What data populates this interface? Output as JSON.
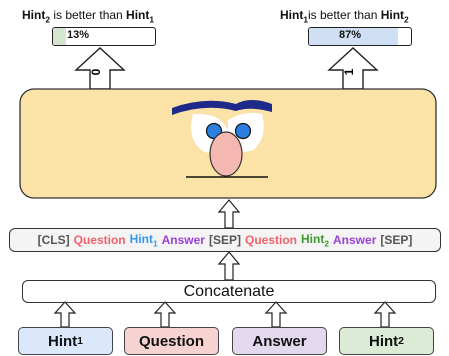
{
  "output_left": {
    "caption": {
      "a": "Hint",
      "a_sub": "2",
      "mid": " is better than ",
      "b": "Hint",
      "b_sub": "1"
    },
    "percent_label": "13%",
    "percent_value": 13,
    "fill_color": "#d5e6d0",
    "arrow_label": "0"
  },
  "output_right": {
    "caption": {
      "a": "Hint",
      "a_sub": "1",
      "mid": "is better than ",
      "b": "Hint",
      "b_sub": "2"
    },
    "percent_label": "87%",
    "percent_value": 87,
    "fill_color": "#cfe0f5",
    "arrow_label": "1"
  },
  "model_box": {
    "fill_color": "#fbe3a8"
  },
  "sequence": {
    "tokens": [
      {
        "text": "[CLS]",
        "color": "#555555"
      },
      {
        "text": "Question",
        "color": "#f0626b"
      },
      {
        "text": "Hint",
        "sub": "1",
        "color": "#3399ee"
      },
      {
        "text": "Answer",
        "color": "#9b40d8"
      },
      {
        "text": "[SEP]",
        "color": "#555555"
      },
      {
        "text": "Question",
        "color": "#f0626b"
      },
      {
        "text": "Hint",
        "sub": "2",
        "color": "#3e9a2e"
      },
      {
        "text": "Answer",
        "color": "#9b40d8"
      },
      {
        "text": "[SEP]",
        "color": "#555555"
      }
    ]
  },
  "concatenate": {
    "label": "Concatenate"
  },
  "inputs": [
    {
      "label": "Hint",
      "sub": "1",
      "fill": "#dbe8fb"
    },
    {
      "label": "Question",
      "sub": "",
      "fill": "#f6d2d0"
    },
    {
      "label": "Answer",
      "sub": "",
      "fill": "#e3d9ee"
    },
    {
      "label": "Hint",
      "sub": "2",
      "fill": "#dcebd6"
    }
  ]
}
